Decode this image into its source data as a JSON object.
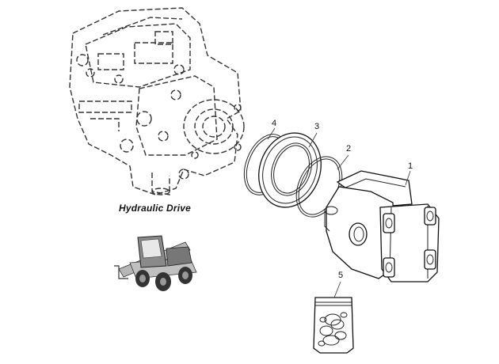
{
  "diagram": {
    "caption": "Hydraulic Drive",
    "callouts": [
      {
        "id": "1",
        "label": "1"
      },
      {
        "id": "2",
        "label": "2"
      },
      {
        "id": "3",
        "label": "3"
      },
      {
        "id": "4",
        "label": "4"
      },
      {
        "id": "5",
        "label": "5"
      }
    ]
  }
}
